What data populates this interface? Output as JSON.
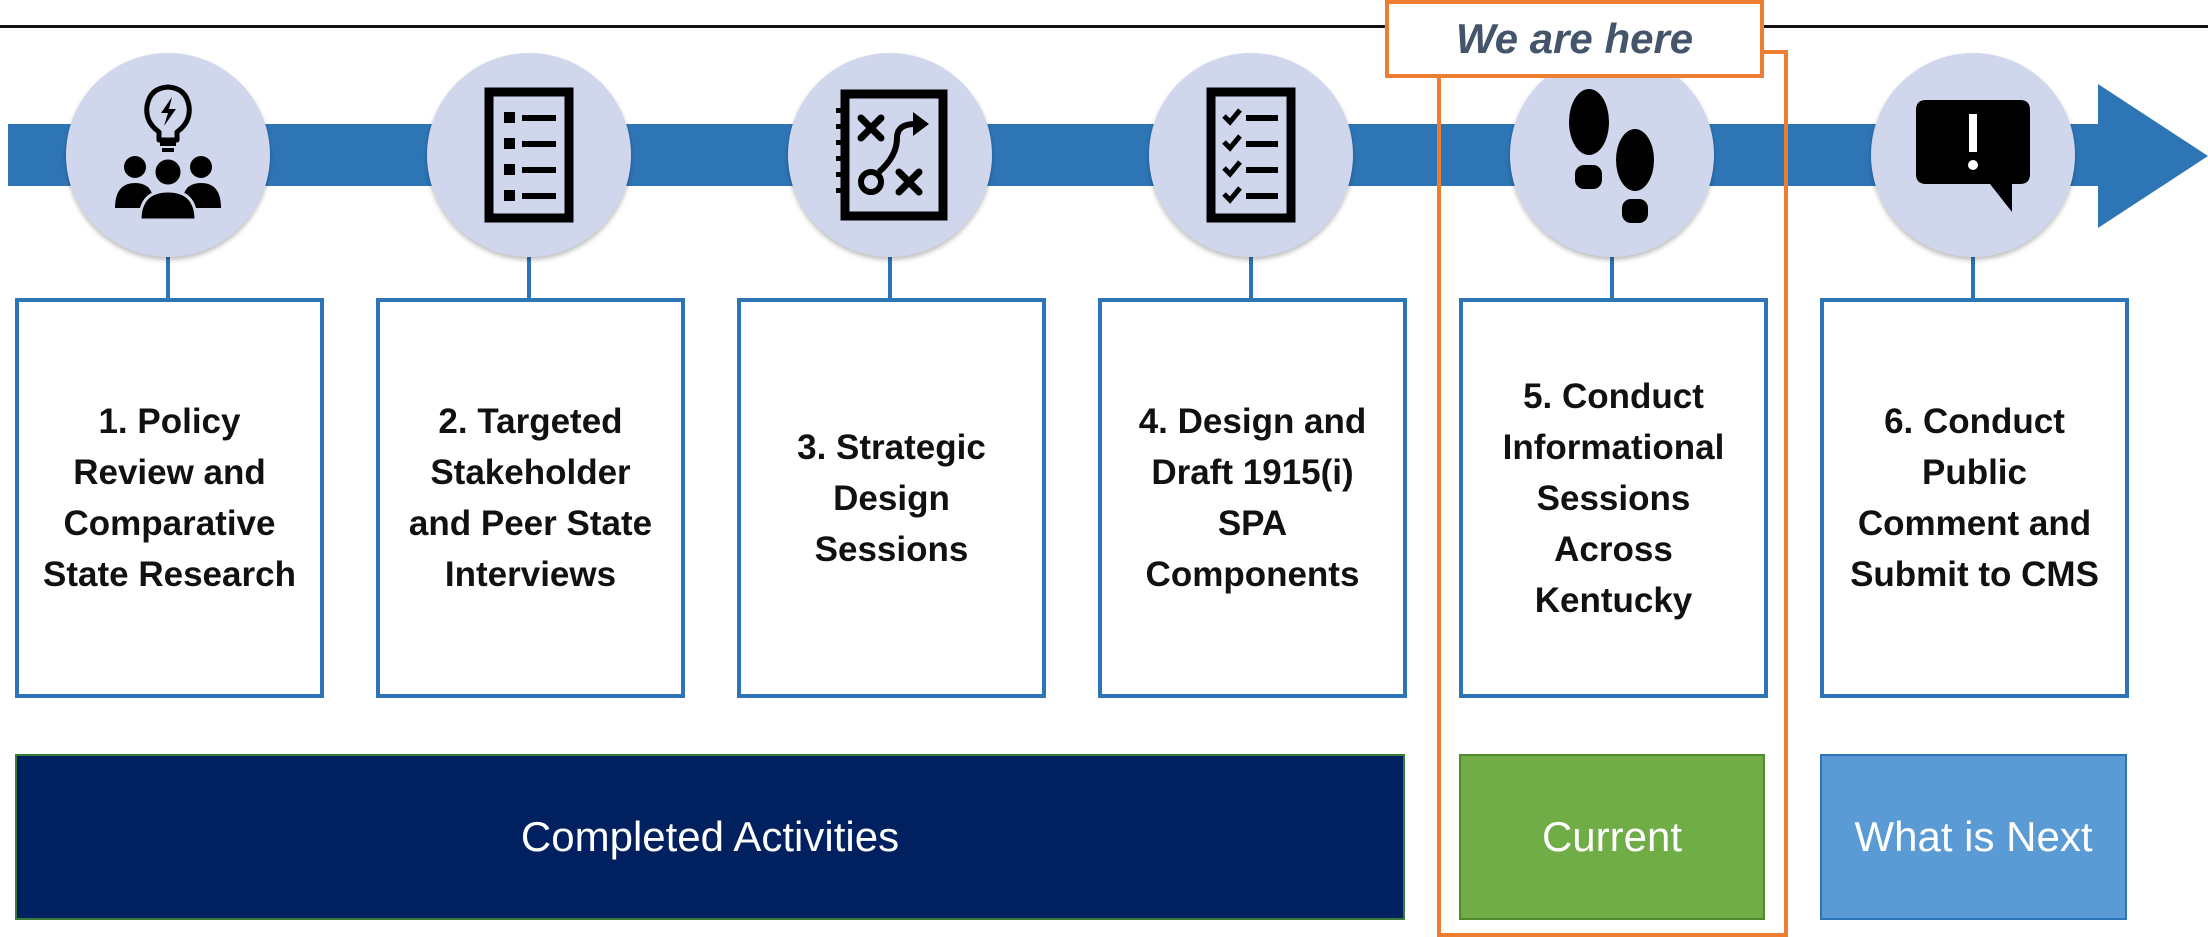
{
  "timeline": {
    "callout": "We are here",
    "steps": [
      {
        "icon": "team-idea-icon",
        "label": "1. Policy\nReview and\nComparative\nState Research"
      },
      {
        "icon": "checklist-icon",
        "label": "2. Targeted\nStakeholder\nand Peer State\nInterviews"
      },
      {
        "icon": "strategy-notebook-icon",
        "label": "3. Strategic\nDesign\nSessions"
      },
      {
        "icon": "checkmark-list-icon",
        "label": "4. Design and\nDraft 1915(i)\nSPA\nComponents"
      },
      {
        "icon": "footprints-icon",
        "label": "5. Conduct\nInformational\nSessions\nAcross\nKentucky"
      },
      {
        "icon": "speech-bubble-alert-icon",
        "label": "6. Conduct\nPublic\nComment and\nSubmit to CMS"
      }
    ],
    "status": {
      "completed": "Completed Activities",
      "current": "Current",
      "next": "What is Next"
    }
  },
  "colors": {
    "timeline": "#2e75b6",
    "circle": "#d0d7ec",
    "completed": "#002060",
    "current": "#70ad47",
    "next": "#5b9bd5",
    "highlight": "#ed7d31",
    "callout_text": "#44546a"
  }
}
